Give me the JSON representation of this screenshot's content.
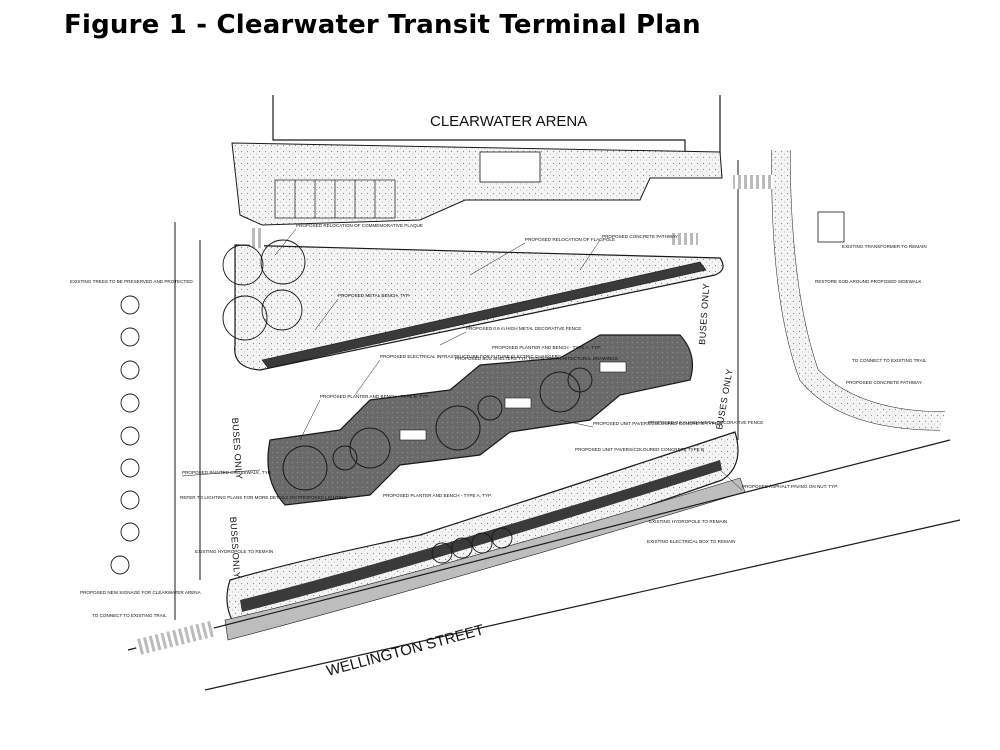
{
  "figure": {
    "title": "Figure 1 - Clearwater Transit Terminal Plan"
  },
  "labels": {
    "arena": "CLEARWATER ARENA",
    "street": "WELLINGTON STREET",
    "buses_only": "BUSES ONLY"
  },
  "callouts": {
    "flagpole": "PROPOSED RELOCATION OF FLAGPOLE",
    "concrete_pathway": "PROPOSED CONCRETE PATHWAY",
    "plaque": "PROPOSED RELOCATION OF COMMEMORATIVE PLAQUE",
    "metal_bench": "PROPOSED METAL BENCH, TYP.",
    "fence_top": "PROPOSED 0.9 m HIGH METAL DECORATIVE FENCE",
    "electrical": "PROPOSED ELECTRICAL INFRASTRUCTURE FOR FUTURE ELECTRIC CHARGERS",
    "shelters": "PROPOSED BUS SHELTERS TYP. REFER TO ARCHITECTURAL DRAWINGS",
    "planter_a_top": "PROPOSED PLANTER AND BENCH - TYPE A, TYP.",
    "planter_b": "PROPOSED PLANTER AND BENCH - TYPE B, TYP.",
    "unit_pavers_a": "PROPOSED UNIT PAVERS/COLOURED CONCRETE TYPE A",
    "fence_right": "PROPOSED 0.9 m HIGH METAL DECORATIVE FENCE",
    "unit_pavers_b": "PROPOSED UNIT PAVERS/COLOURED CONCRETE TYPE B",
    "crosswalk": "PROPOSED PAINTED CROSSWALK, TYP.",
    "lighting": "REFER TO LIGHTING PLANS FOR MORE DETAILS ON PROPOSED LIGHTING",
    "planter_a_bottom": "PROPOSED PLANTER AND BENCH - TYPE A, TYP.",
    "hydropole_right": "EXISTING HYDROPOLE TO REMAIN",
    "electrical_box": "EXISTING ELECTRICAL BOX TO REMAIN",
    "asphalt": "PROPOSED ASPHALT PAVING ON NUT. TYP.",
    "trees": "EXISTING TREES TO BE PRESERVED AND PROTECTED",
    "hydropole_left": "EXISTING HYDROPOLE TO REMAIN",
    "signage": "PROPOSED NEW SIGNAGE FOR CLEARWATER ARENA",
    "trail_left": "TO CONNECT TO EXISTING TRAIL",
    "transformer": "EXISTING TRANSFORMER TO REMAIN",
    "sod": "RESTORE SOD AROUND PROPOSED SIDEWALK",
    "concrete_pathway_right": "PROPOSED CONCRETE PATHWAY",
    "trail_right": "TO CONNECT TO EXISTING TRAIL"
  },
  "colors": {
    "line": "#1a1a1a",
    "platform": "#6e6e6e",
    "platform_dark": "#4a4a4a",
    "stipple": "#d9d9d9",
    "landscape": "#bdbdbd"
  }
}
